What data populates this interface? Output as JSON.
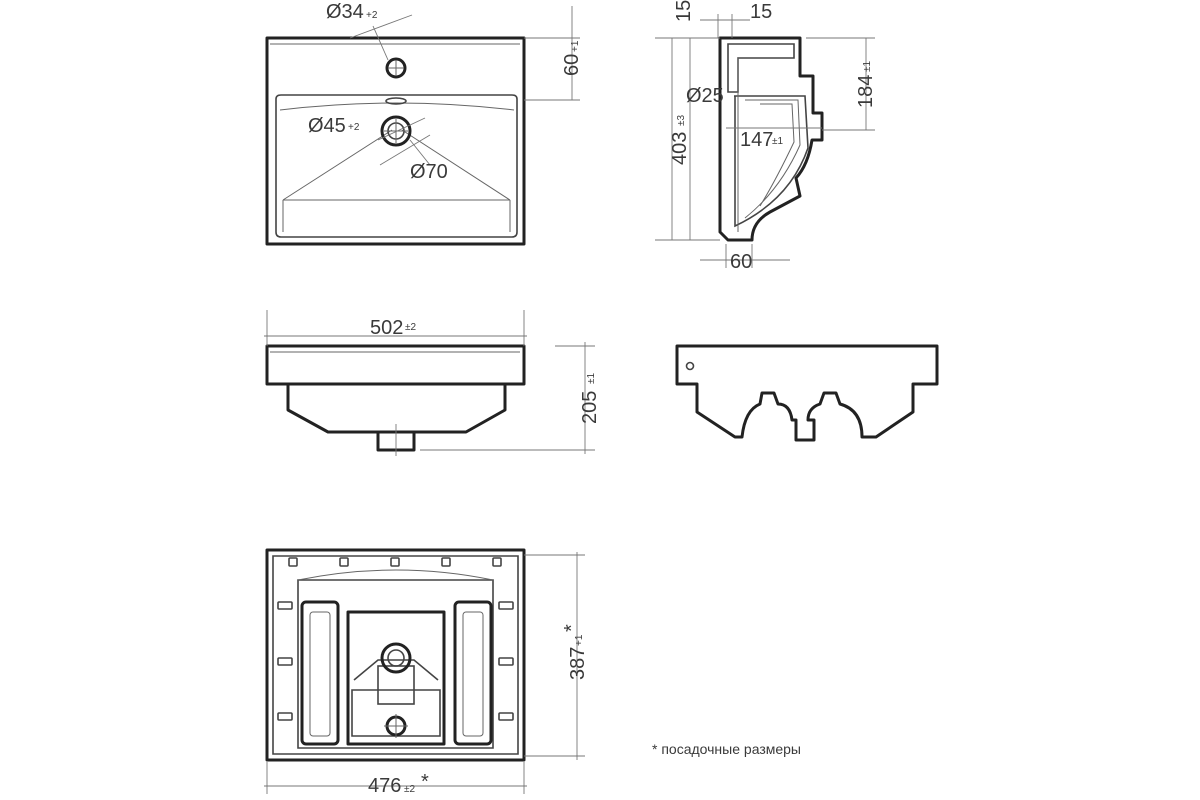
{
  "top_view": {
    "tap_hole_dia": "Ø34",
    "tap_hole_tol": "+2",
    "drain_dia": "Ø45",
    "drain_tol": "+2",
    "outer_ring_dia": "Ø70",
    "front_depth": "60",
    "front_depth_tol": "+1"
  },
  "side_view": {
    "rim_thickness": "15",
    "rim_offset": "15",
    "overflow_dia": "Ø25",
    "height": "403",
    "height_tol": "±3",
    "drain_offset": "147",
    "drain_offset_tol": "±1",
    "drain_height": "184",
    "drain_height_tol": "±1",
    "base_width": "60"
  },
  "front_view": {
    "width": "502",
    "width_tol": "±2",
    "height": "205",
    "height_tol": "±1"
  },
  "bottom_view": {
    "depth": "387",
    "depth_tol": "+1",
    "depth_mark": "*",
    "width": "476",
    "width_tol": "±2",
    "width_mark": "*"
  },
  "note": {
    "text": "* посадочные размеры"
  }
}
